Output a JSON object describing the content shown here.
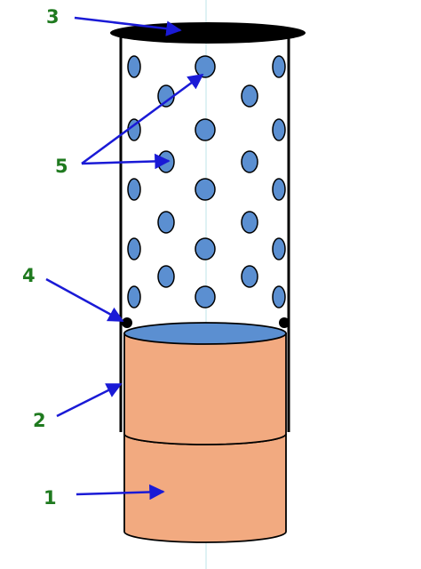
{
  "diagram": {
    "colors": {
      "label": "#1f7a1f",
      "arrow": "#1a1ad6",
      "perforation": "#5b8fd1",
      "water": "#5b8fd1",
      "pot": "#f2aa80",
      "outline": "#000000",
      "cap": "#000000",
      "guide": "#bfe4ea"
    },
    "labels": [
      "1",
      "2",
      "3",
      "4",
      "5"
    ]
  }
}
